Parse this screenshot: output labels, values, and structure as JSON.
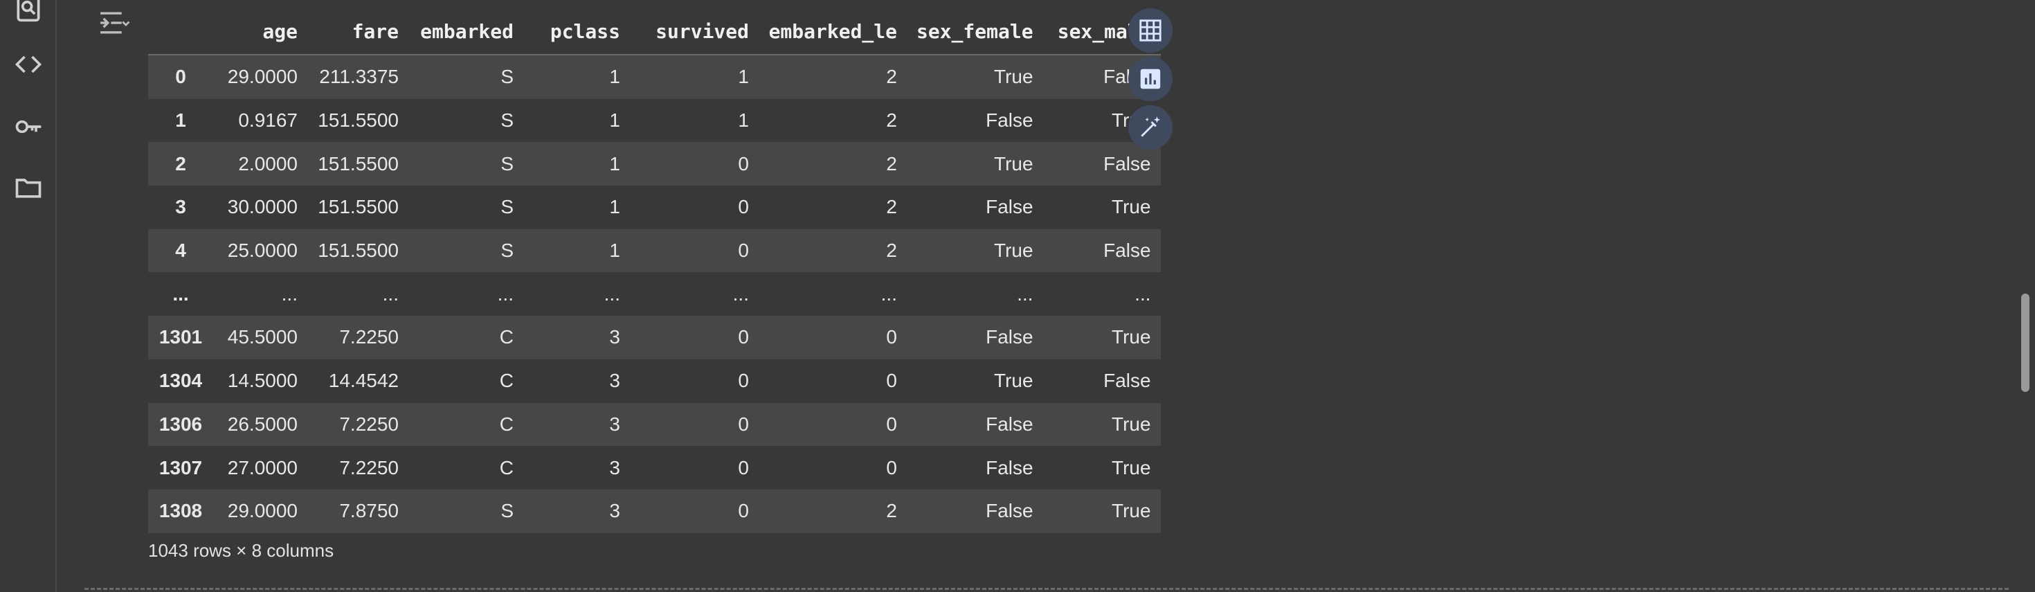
{
  "left_rail": {
    "icons": [
      "find-replace-icon",
      "code-brackets-icon",
      "key-icon",
      "folder-icon"
    ]
  },
  "output": {
    "toggle_icon": "output-collapse-icon"
  },
  "table": {
    "columns": [
      "",
      "age",
      "fare",
      "embarked",
      "pclass",
      "survived",
      "embarked_le",
      "sex_female",
      "sex_male"
    ],
    "rows": [
      [
        "0",
        "29.0000",
        "211.3375",
        "S",
        "1",
        "1",
        "2",
        "True",
        "False"
      ],
      [
        "1",
        "0.9167",
        "151.5500",
        "S",
        "1",
        "1",
        "2",
        "False",
        "True"
      ],
      [
        "2",
        "2.0000",
        "151.5500",
        "S",
        "1",
        "0",
        "2",
        "True",
        "False"
      ],
      [
        "3",
        "30.0000",
        "151.5500",
        "S",
        "1",
        "0",
        "2",
        "False",
        "True"
      ],
      [
        "4",
        "25.0000",
        "151.5500",
        "S",
        "1",
        "0",
        "2",
        "True",
        "False"
      ],
      [
        "...",
        "...",
        "...",
        "...",
        "...",
        "...",
        "...",
        "...",
        "..."
      ],
      [
        "1301",
        "45.5000",
        "7.2250",
        "C",
        "3",
        "0",
        "0",
        "False",
        "True"
      ],
      [
        "1304",
        "14.5000",
        "14.4542",
        "C",
        "3",
        "0",
        "0",
        "True",
        "False"
      ],
      [
        "1306",
        "26.5000",
        "7.2250",
        "C",
        "3",
        "0",
        "0",
        "False",
        "True"
      ],
      [
        "1307",
        "27.0000",
        "7.2250",
        "C",
        "3",
        "0",
        "0",
        "False",
        "True"
      ],
      [
        "1308",
        "29.0000",
        "7.8750",
        "S",
        "3",
        "0",
        "2",
        "False",
        "True"
      ]
    ],
    "shape_text": "1043 rows × 8 columns"
  },
  "actions": {
    "icons": [
      "table-view-icon",
      "chart-suggest-icon",
      "magic-wand-icon"
    ],
    "button_color": "#3f4a5e"
  },
  "colors": {
    "background": "#383838",
    "row_stripe": "#474747",
    "text": "#e3e3e3"
  }
}
